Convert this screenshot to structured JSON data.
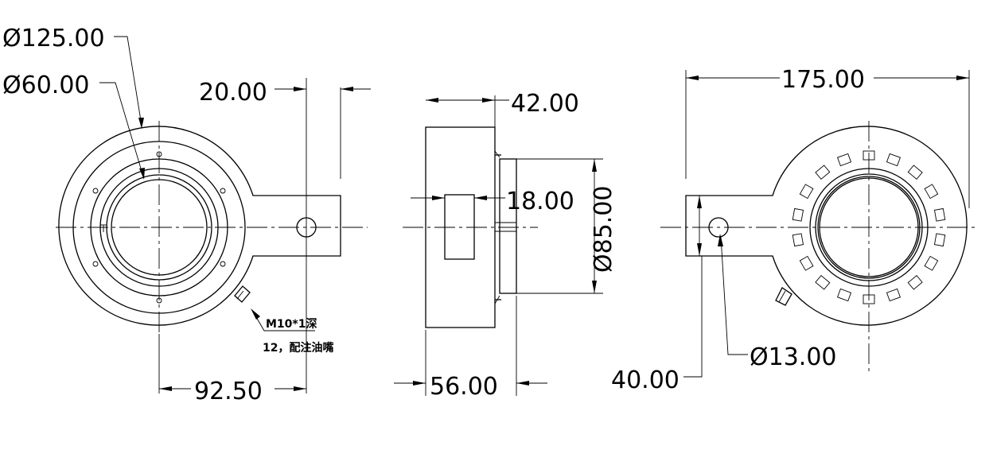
{
  "dimensions": {
    "outer_diameter": "Ø125.00",
    "inner_diameter": "Ø60.00",
    "tab_width": "20.00",
    "center_to_tab": "92.50",
    "top_depth": "42.00",
    "total_depth": "56.00",
    "pilot_depth": "18.00",
    "pilot_diameter": "Ø85.00",
    "overall_length": "175.00",
    "tab_height": "40.00",
    "hole_diameter": "Ø13.00"
  },
  "notes": {
    "grease_line1": "M10*1深",
    "grease_line2": "12，配注油嘴"
  }
}
